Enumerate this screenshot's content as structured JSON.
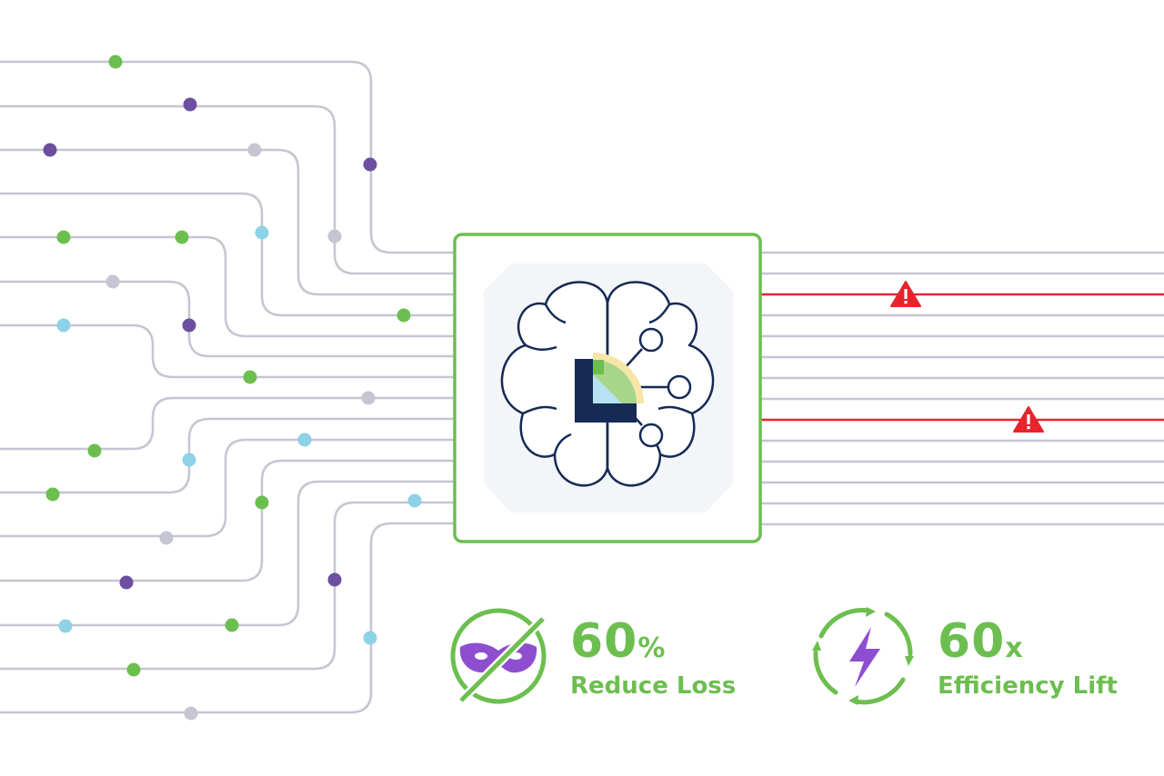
{
  "stats": [
    {
      "value": "60",
      "unit": "%",
      "label": "Reduce Loss",
      "icon": "mask-slash-icon"
    },
    {
      "value": "60",
      "unit": "x",
      "label": "Efficiency Lift",
      "icon": "lightning-cycle-icon"
    }
  ],
  "colors": {
    "line": "#c5c6d2",
    "alert_line": "#e8232c",
    "green": "#6cbf4f",
    "purple": "#6c4fa0",
    "cyan": "#8dd2e6",
    "gray_dot": "#c5c6d2",
    "navy": "#152a54",
    "bolt": "#8d4fd0"
  },
  "icons": {
    "warning": "warning-triangle-icon",
    "brain": "brain-logo-icon"
  }
}
